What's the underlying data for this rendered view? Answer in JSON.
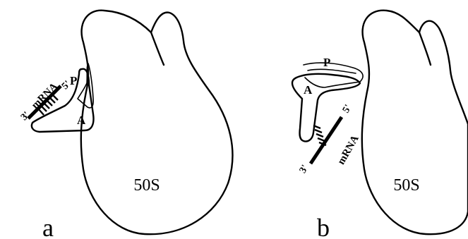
{
  "panels": [
    {
      "panel_label": "a",
      "subunit_label": "50S",
      "site_p_label": "P",
      "site_a_label": "A",
      "mrna_label": "mRNA",
      "mrna_five_prime": "5'",
      "mrna_three_prime": "3'"
    },
    {
      "panel_label": "b",
      "subunit_label": "50S",
      "site_p_label": "P",
      "site_a_label": "A",
      "mrna_label": "mRNA",
      "mrna_five_prime": "5'",
      "mrna_three_prime": "3'"
    }
  ]
}
